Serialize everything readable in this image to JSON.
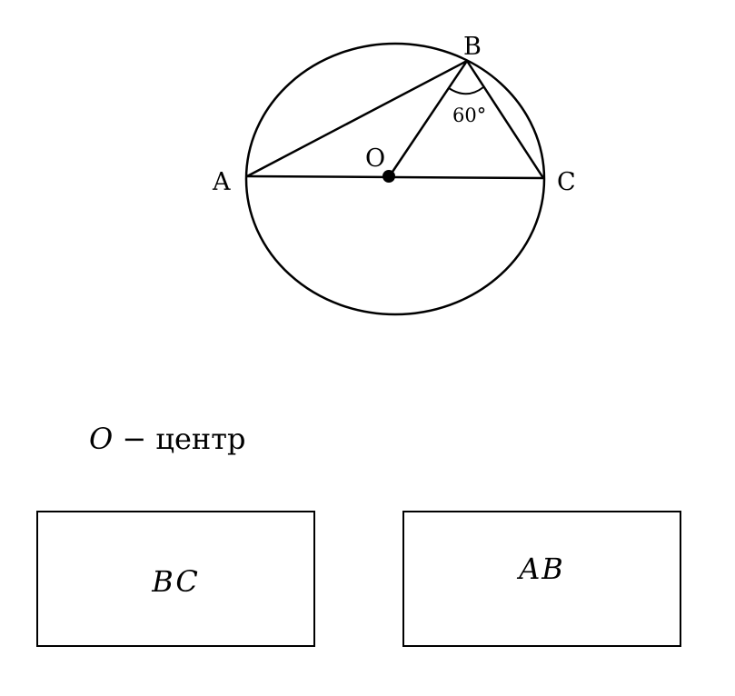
{
  "diagram": {
    "points": {
      "A": "A",
      "B": "B",
      "C": "C",
      "O": "O"
    },
    "angle_label": "60°"
  },
  "note": {
    "variable": "O",
    "dash": " − ",
    "text": "центр"
  },
  "cards": [
    {
      "label": "BC"
    },
    {
      "label": "AB"
    }
  ]
}
